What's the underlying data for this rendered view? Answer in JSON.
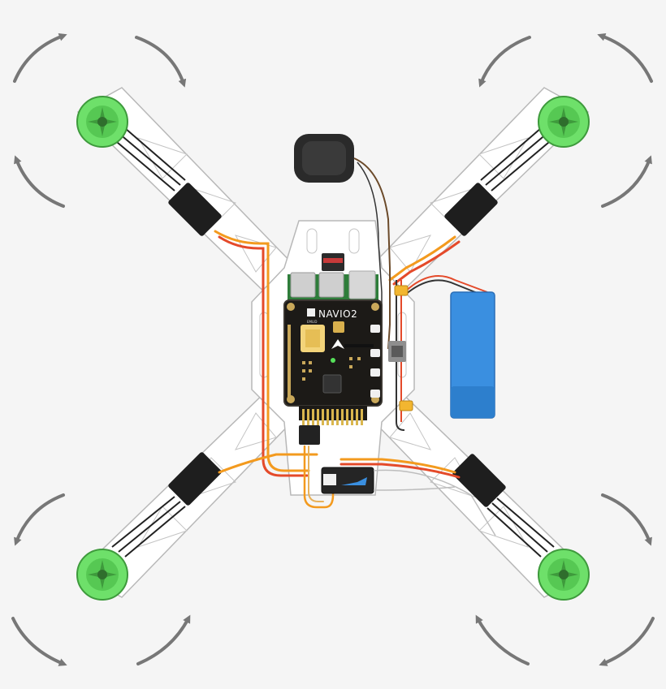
{
  "diagram": {
    "board": {
      "label": "NAVIO2"
    },
    "motors": [
      {
        "id": "front-left",
        "rotation": "clockwise"
      },
      {
        "id": "front-right",
        "rotation": "counter-clockwise"
      },
      {
        "id": "rear-left",
        "rotation": "counter-clockwise"
      },
      {
        "id": "rear-right",
        "rotation": "clockwise"
      }
    ],
    "colors": {
      "background": "#f5f5f5",
      "frame_outline": "#b8b8b8",
      "motor_green": "#6ee06a",
      "esc": "#1e1e1e",
      "battery": "#3a8fe0",
      "board_pcb": "#1c1a17",
      "raspberry_pcb": "#2e7d3a",
      "servo_orange": "#f39a1e",
      "servo_red": "#e44a2a",
      "arrow_gray": "#777777"
    }
  }
}
